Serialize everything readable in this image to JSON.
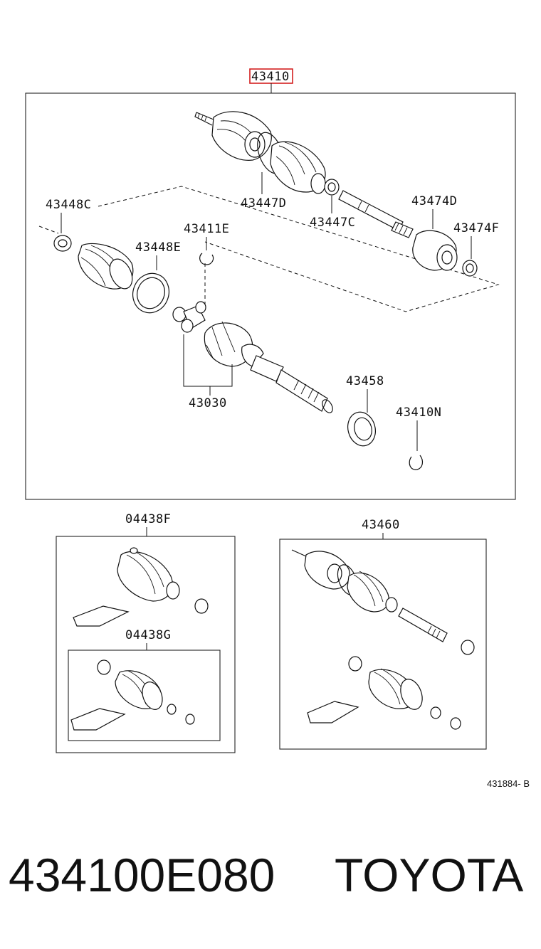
{
  "diagram": {
    "labels": {
      "main_assembly": "43410",
      "clamp_outer": "43448C",
      "boot_inner": "43447D",
      "clamp_inner": "43447C",
      "damper": "43474D",
      "damper_clamp": "43474F",
      "snap_ring": "43411E",
      "clamp_large": "43448E",
      "inboard_joint": "43030",
      "seal": "43458",
      "circlip": "43410N",
      "boot_kit_outer": "04438F",
      "boot_kit_inner": "04438G",
      "outboard_assy": "43460"
    },
    "highlighted_part": "43410",
    "highlight_color": "#d42020",
    "ref_code": "431884- B"
  },
  "footer": {
    "part_number": "434100E080",
    "brand": "TOYOTA"
  }
}
